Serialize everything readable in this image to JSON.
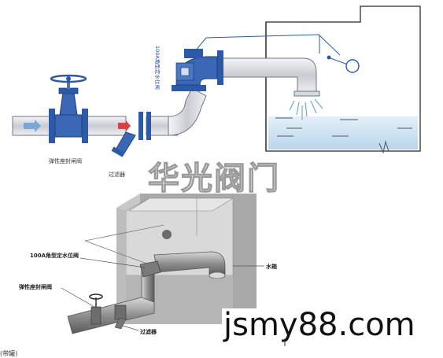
{
  "top_diagram": {
    "vertical_label": "100A角型定水位阀",
    "gate_valve_label": "弹性座封闸阀",
    "filter_label": "过滤器"
  },
  "watermark": {
    "brand": "华光阀门",
    "url": "jsmy88.com"
  },
  "bottom_diagram": {
    "valve_label": "100A角型定水位阀",
    "gate_valve_label": "弹性座封闸阀",
    "tank_label": "水箱",
    "filter_label": "过滤器"
  },
  "corner_fragment": "(带罐)",
  "colors": {
    "valve_blue": "#2d5aa8",
    "pipe_gray": "#d0d3d8",
    "water": "#cfe3f2",
    "tank_3d": "#bfbfbf"
  }
}
